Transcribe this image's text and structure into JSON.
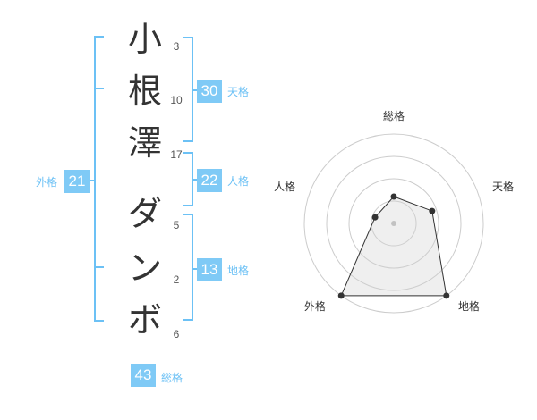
{
  "colors": {
    "accent": "#6cc1f5",
    "badge_bg": "#7fcaf6",
    "ink": "#333333",
    "ring": "#cccccc",
    "fill": "#eeeeee"
  },
  "name": {
    "surname": [
      {
        "char": "小",
        "strokes": "3"
      },
      {
        "char": "根",
        "strokes": "10"
      },
      {
        "char": "澤",
        "strokes": "17"
      }
    ],
    "given": [
      {
        "char": "ダ",
        "strokes": "5"
      },
      {
        "char": "ン",
        "strokes": "2"
      },
      {
        "char": "ボ",
        "strokes": "6"
      }
    ]
  },
  "kakusu": {
    "tenkaku": {
      "value": "30",
      "label": "天格"
    },
    "jinkaku": {
      "value": "22",
      "label": "人格"
    },
    "chikaku": {
      "value": "13",
      "label": "地格"
    },
    "gaikaku": {
      "value": "21",
      "label": "外格"
    },
    "soukaku": {
      "value": "43",
      "label": "総格"
    }
  },
  "radar": {
    "axes": [
      "総格",
      "天格",
      "地格",
      "外格",
      "人格"
    ],
    "levels": 4,
    "values": [
      0.3,
      0.45,
      1.0,
      1.0,
      0.22
    ]
  }
}
